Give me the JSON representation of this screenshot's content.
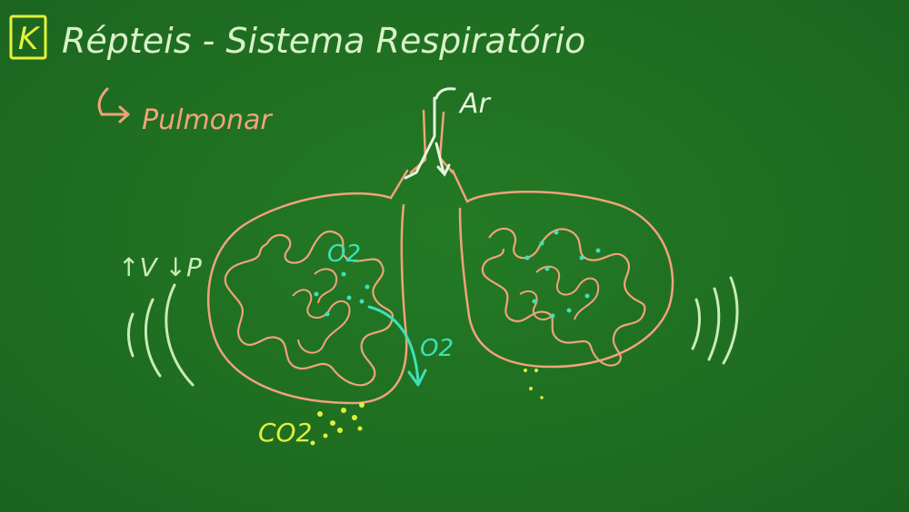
{
  "logo": {
    "letter": "K"
  },
  "title": "Répteis - Sistema Respiratório",
  "subtitle": "Pulmonar",
  "labels": {
    "air": "Ar",
    "volume_pressure": "↑V ↓P",
    "oxygen_inside": "O2",
    "oxygen_out": "O2",
    "carbon_dioxide": "CO2"
  },
  "colors": {
    "board": "#1f6e21",
    "title": "#d9f2c9",
    "logo": "#e5f23a",
    "lung": "#f2a37a",
    "oxygen": "#3fe0b8",
    "co2": "#e0f03a",
    "motion": "#c8ecb8"
  }
}
